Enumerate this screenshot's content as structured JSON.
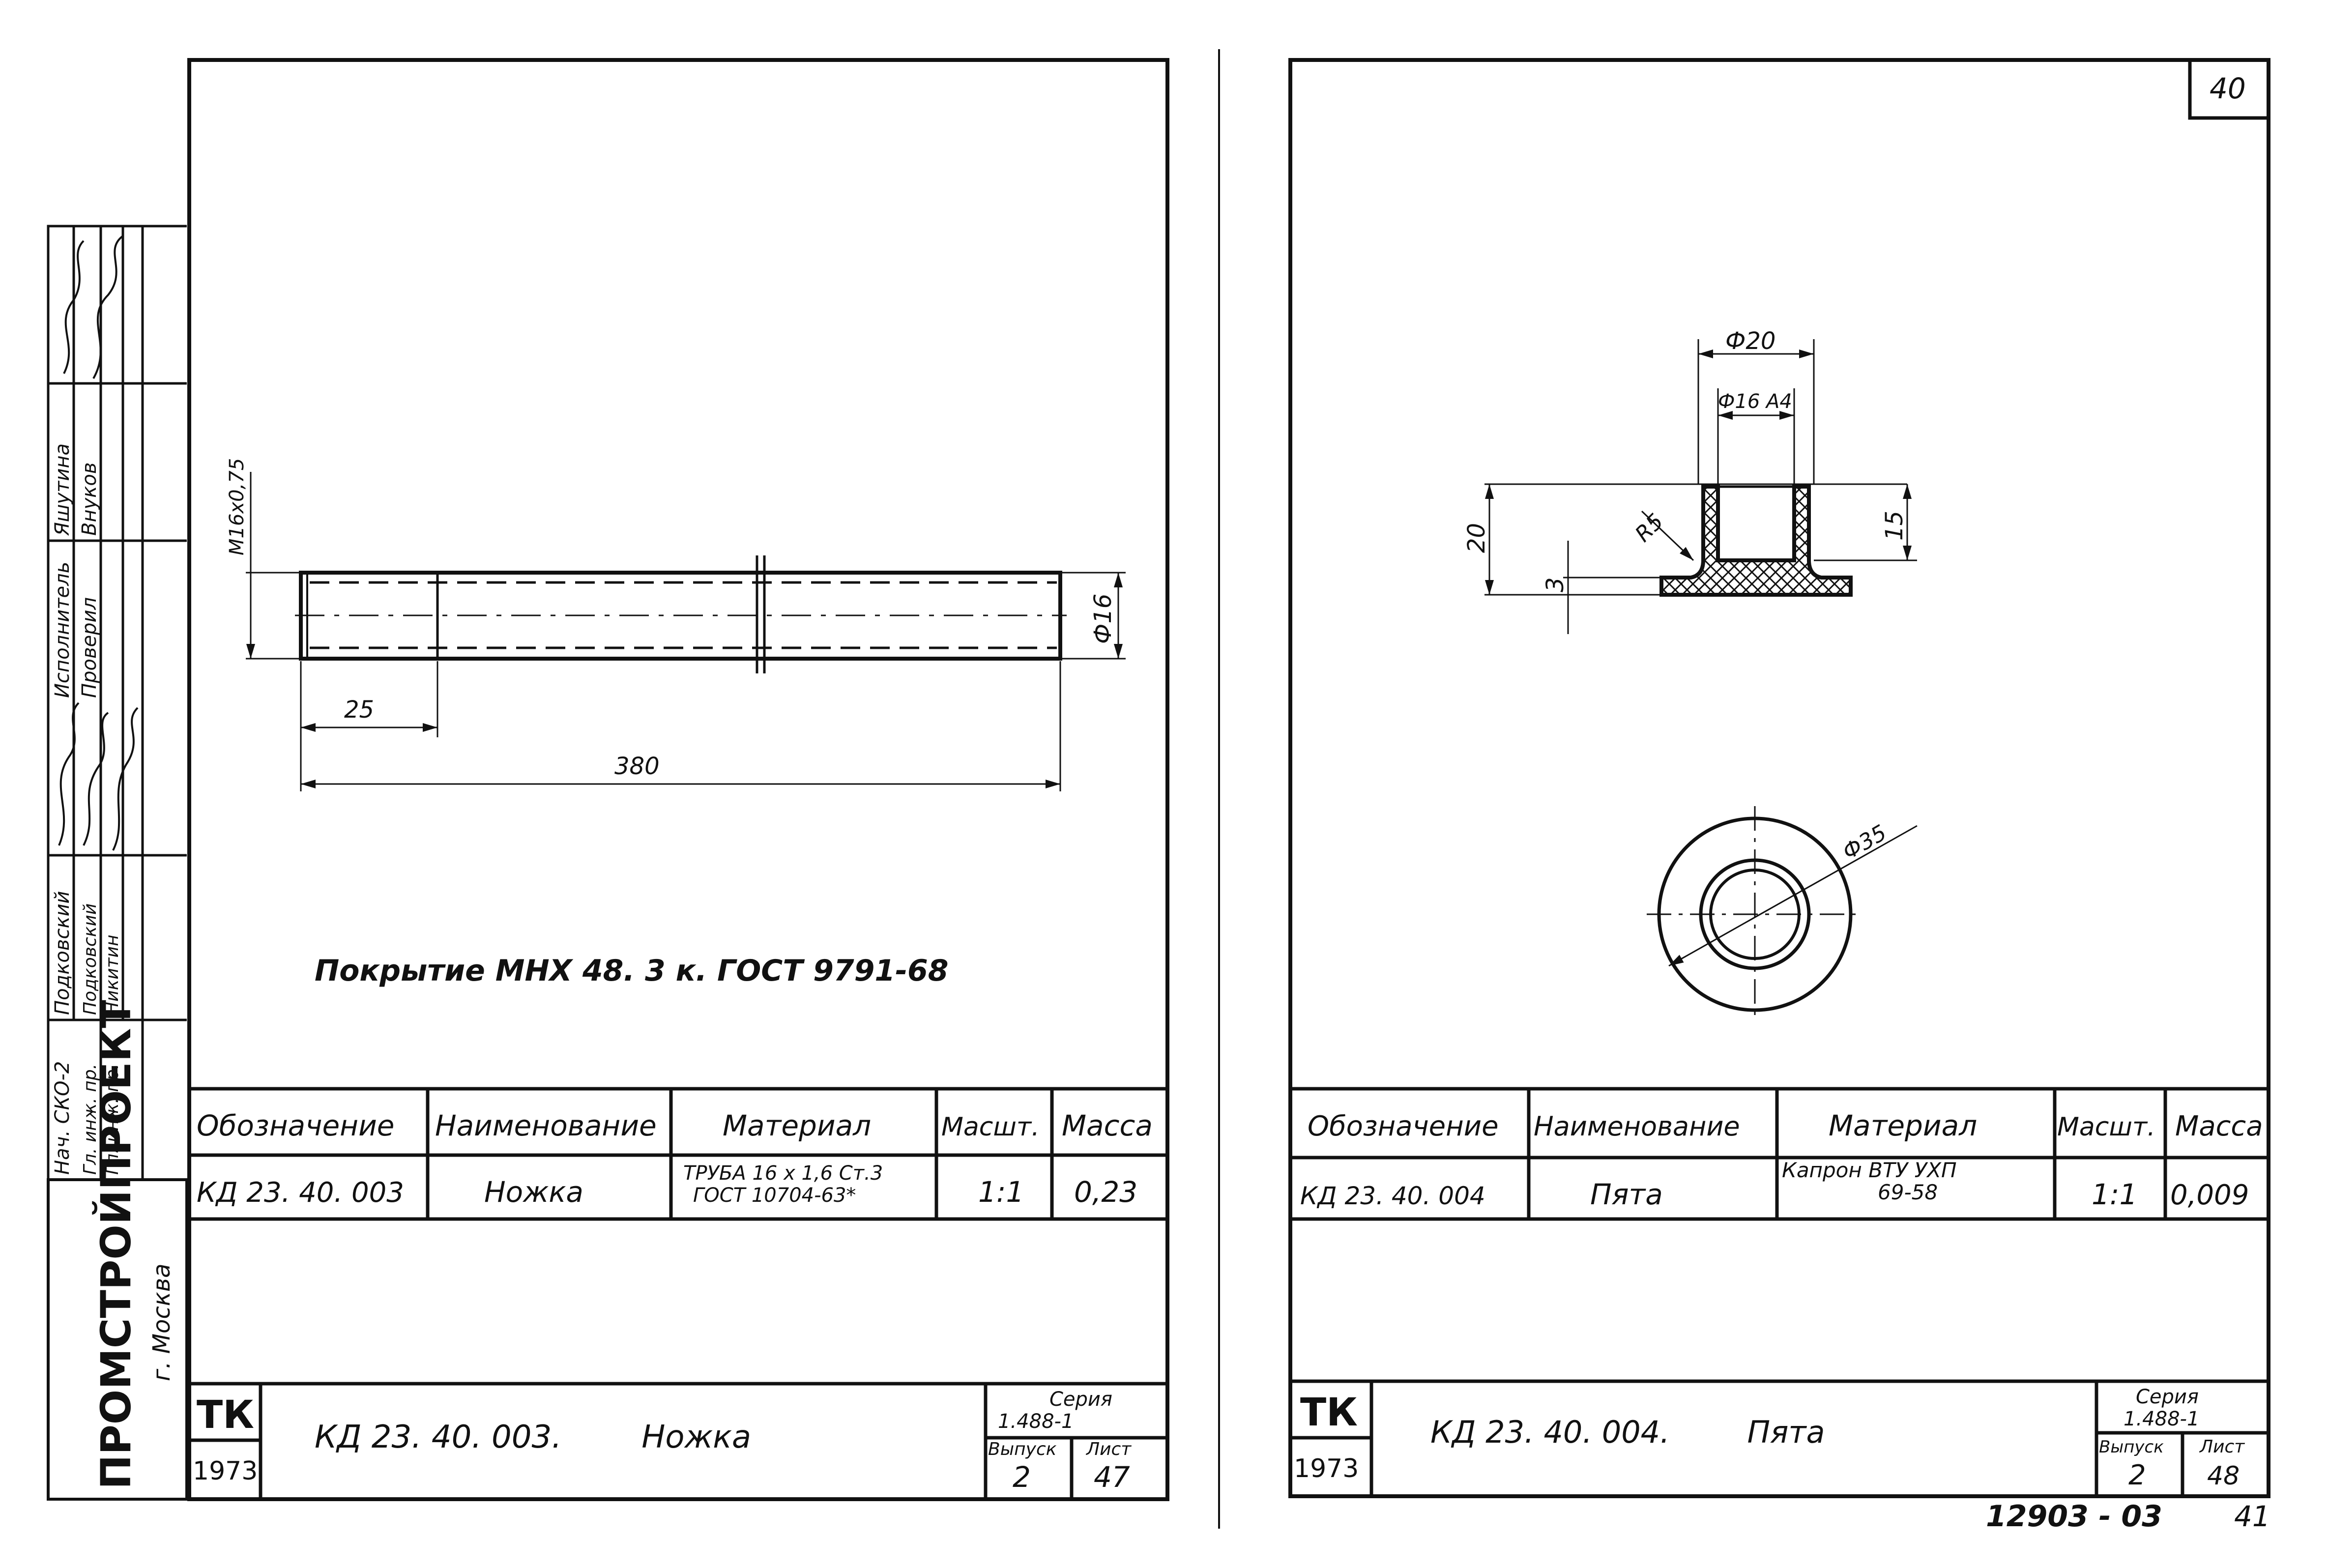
{
  "left_sheet": {
    "side_stamp": {
      "org": "ПРОМСТРОЙПРОЕКТ",
      "city": "г. Москва",
      "roles": [
        "Нач. СКО-2",
        "Гл. инж. пр.",
        "Гл. инж. пр.",
        "Исполнитель",
        "Проверил"
      ],
      "names": [
        "Подковский",
        "Подковский",
        "Никитин",
        "Яшутина",
        "Внуков"
      ]
    },
    "part": {
      "thread_label": "M16x0,75",
      "diameter_label": "Ф16",
      "thread_length": "25",
      "total_length": "380"
    },
    "coating_note": "Покрытие  МНХ  48. 3 к.  ГОСТ  9791-68",
    "spec": {
      "headers": [
        "Обозначение",
        "Наименование",
        "Материал",
        "Масшт.",
        "Масса"
      ],
      "row": {
        "code": "КД 23. 40. 003",
        "name": "Ножка",
        "material_line1": "ТРУБА  16 x 1,6  Ст.3",
        "material_line2": "ГОСТ  10704-63*",
        "scale": "1:1",
        "mass": "0,23"
      }
    },
    "title_block": {
      "tk": "ТК",
      "year": "1973",
      "title": "КД 23. 40. 003.        Ножка",
      "series_label": "Серия",
      "series_value": "1.488-1",
      "issue_label": "Выпуск",
      "sheet_label": "Лист",
      "issue": "2",
      "sheet": "47"
    }
  },
  "right_sheet": {
    "corner_number": "40",
    "part": {
      "outer_top_diameter": "Ф20",
      "bore_diameter": "Ф16 А4",
      "radius": "R5",
      "height_total": "20",
      "flange_thickness": "3",
      "bore_depth": "15",
      "flange_diameter": "Ф35"
    },
    "spec": {
      "headers": [
        "Обозначение",
        "Наименование",
        "Материал",
        "Масшт.",
        "Масса"
      ],
      "row": {
        "code": "КД 23. 40. 004",
        "name": "Пята",
        "material_line1": "Капрон  ВТУ  УХП",
        "material_line2": "69-58",
        "scale": "1:1",
        "mass": "0,009"
      }
    },
    "title_block": {
      "tk": "ТК",
      "year": "1973",
      "title": "КД 23. 40. 004.        Пята",
      "series_label": "Серия",
      "series_value": "1.488-1",
      "issue_label": "Выпуск",
      "sheet_label": "Лист",
      "issue": "2",
      "sheet": "48"
    }
  },
  "footer": {
    "archive_number": "12903 - 03",
    "page": "41"
  }
}
